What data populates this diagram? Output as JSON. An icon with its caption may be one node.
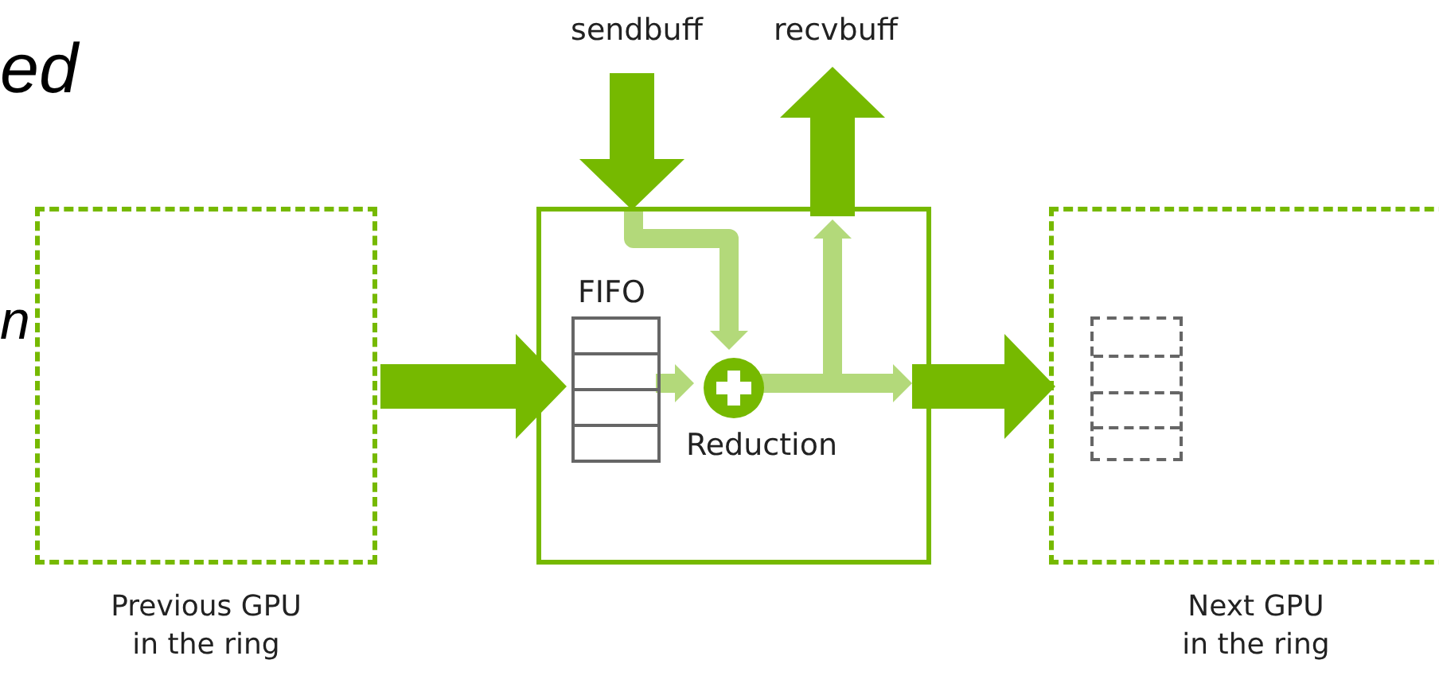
{
  "diagram": {
    "nodes": [
      {
        "text": [],
        "shape": "box",
        "beside": [
          "Previous GPU in the ring"
        ]
      },
      {
        "text": [],
        "shape": "box"
      },
      {
        "text": [],
        "shape": "box",
        "beside": [
          "Next GPU in the ring"
        ]
      },
      {
        "text": [
          "FIFO"
        ],
        "in": 1
      },
      {
        "text": [
          "Reduction"
        ],
        "in": 1
      },
      {
        "text": [
          "sendbuff"
        ]
      },
      {
        "text": [
          "recvbuff"
        ]
      },
      {
        "text": [],
        "shape": "box",
        "in": 2
      }
    ],
    "edges": [
      {
        "from": 0,
        "to": 3,
        "arrow": "to",
        "style": "thick"
      },
      {
        "from": 3,
        "to": 4,
        "arrow": "to",
        "color": "#b3d97a"
      },
      {
        "from": 5,
        "to": 1,
        "arrow": "to",
        "style": "thick"
      },
      {
        "from": 1,
        "to": 4,
        "arrow": "to",
        "color": "#b3d97a"
      },
      {
        "from": 4,
        "to": 1,
        "arrow": "to",
        "color": "#b3d97a"
      },
      {
        "from": 1,
        "to": 6,
        "arrow": "to",
        "style": "thick"
      },
      {
        "from": 4,
        "to": 1,
        "arrow": "to",
        "color": "#b3d97a"
      },
      {
        "from": 1,
        "to": 2,
        "arrow": "to",
        "style": "thick"
      }
    ],
    "labels": [
      "ed",
      "n"
    ]
  }
}
